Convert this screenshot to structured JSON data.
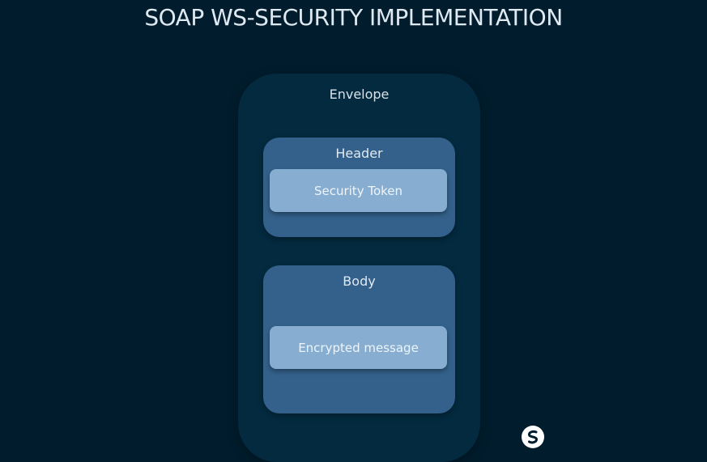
{
  "title": "SOAP WS-SECURITY IMPLEMENTATION",
  "envelope": {
    "label": "Envelope",
    "header": {
      "label": "Header",
      "token": "Security Token"
    },
    "body": {
      "label": "Body",
      "message": "Encrypted message"
    }
  },
  "logo": {
    "icon": "brand-logo-icon",
    "color": "#ffffff"
  },
  "colors": {
    "background": "#011c2c",
    "envelope": "#032a3f",
    "section": "#33618b",
    "pill": "#87aed1"
  }
}
